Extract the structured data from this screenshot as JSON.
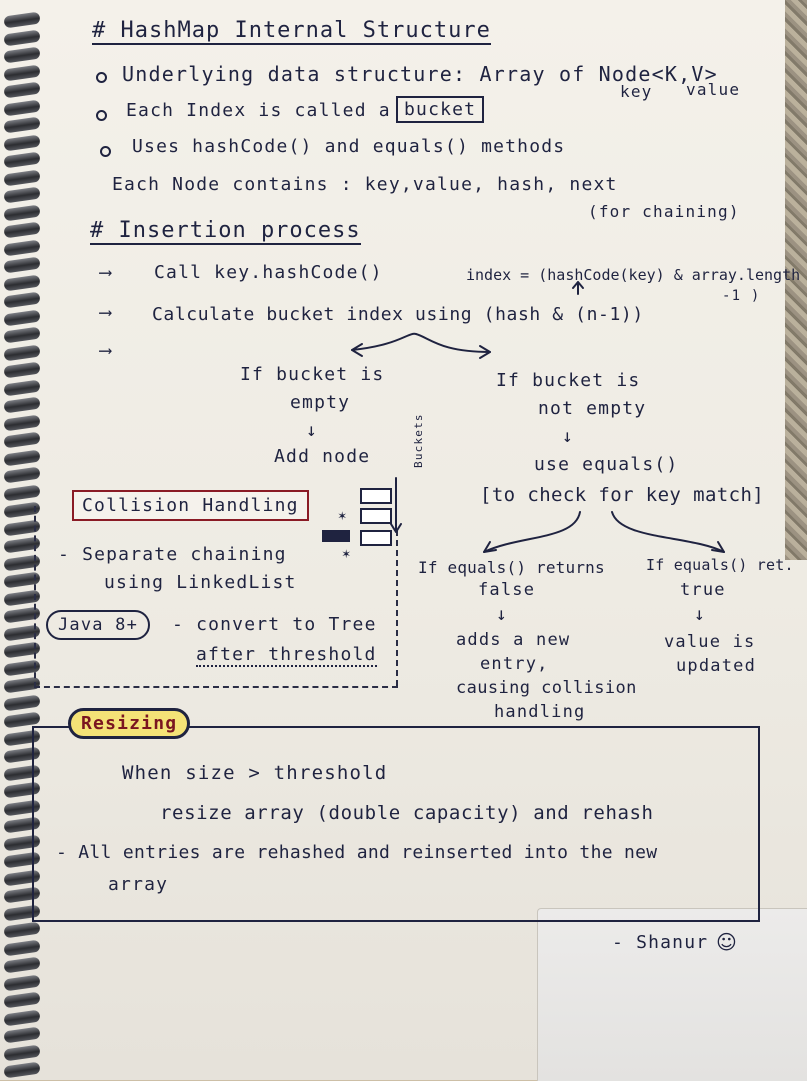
{
  "title": "# HashMap Internal Structure",
  "bullets": [
    {
      "label": "Underlying data structure: Array of Node<K,V>"
    },
    {
      "label": "Each Index is called a"
    },
    {
      "label": "Uses hashCode() and equals() methods"
    }
  ],
  "bucket_word": "bucket",
  "kv_notes": {
    "key": "key",
    "value": "value"
  },
  "node_line": "Each Node contains : key,value, hash, next",
  "node_note": "(for chaining)",
  "insertion": {
    "heading": "# Insertion process",
    "step1": "Call key.hashCode()",
    "step2": "Calculate bucket index using (hash & (n-1))",
    "formula": "index = (hashCode(key) & array.length",
    "formula_tail": "-1 )",
    "left_branch": {
      "cond1": "If bucket is",
      "cond2": "empty",
      "action": "Add node"
    },
    "right_branch": {
      "cond1": "If bucket is",
      "cond2": "not empty",
      "action1": "use equals()",
      "action2": "[to check for key match]"
    },
    "false_branch": {
      "cond1": "If equals() returns",
      "cond2": "false",
      "r1": "adds a new",
      "r2": "entry,",
      "r3": "causing collision",
      "r4": "handling"
    },
    "true_branch": {
      "cond1": "If equals() ret.",
      "cond2": "true",
      "r1": "value is",
      "r2": "updated"
    }
  },
  "collision": {
    "heading": "Collision Handling",
    "buckets_label": "Buckets",
    "line1": "- Separate chaining",
    "line2": "using LinkedList",
    "java": "Java 8+",
    "convert1": "- convert to Tree",
    "convert2": "after threshold"
  },
  "resizing": {
    "heading": "Resizing",
    "line1": "When size > threshold",
    "line2": "resize array (double capacity) and rehash",
    "line3": "- All entries are rehashed and reinserted into the new",
    "line4": "array"
  },
  "signature": "- Shanur",
  "colors": {
    "ink": "#1f2340",
    "red_box": "#8a1b25",
    "highlight": "#f4e277"
  }
}
